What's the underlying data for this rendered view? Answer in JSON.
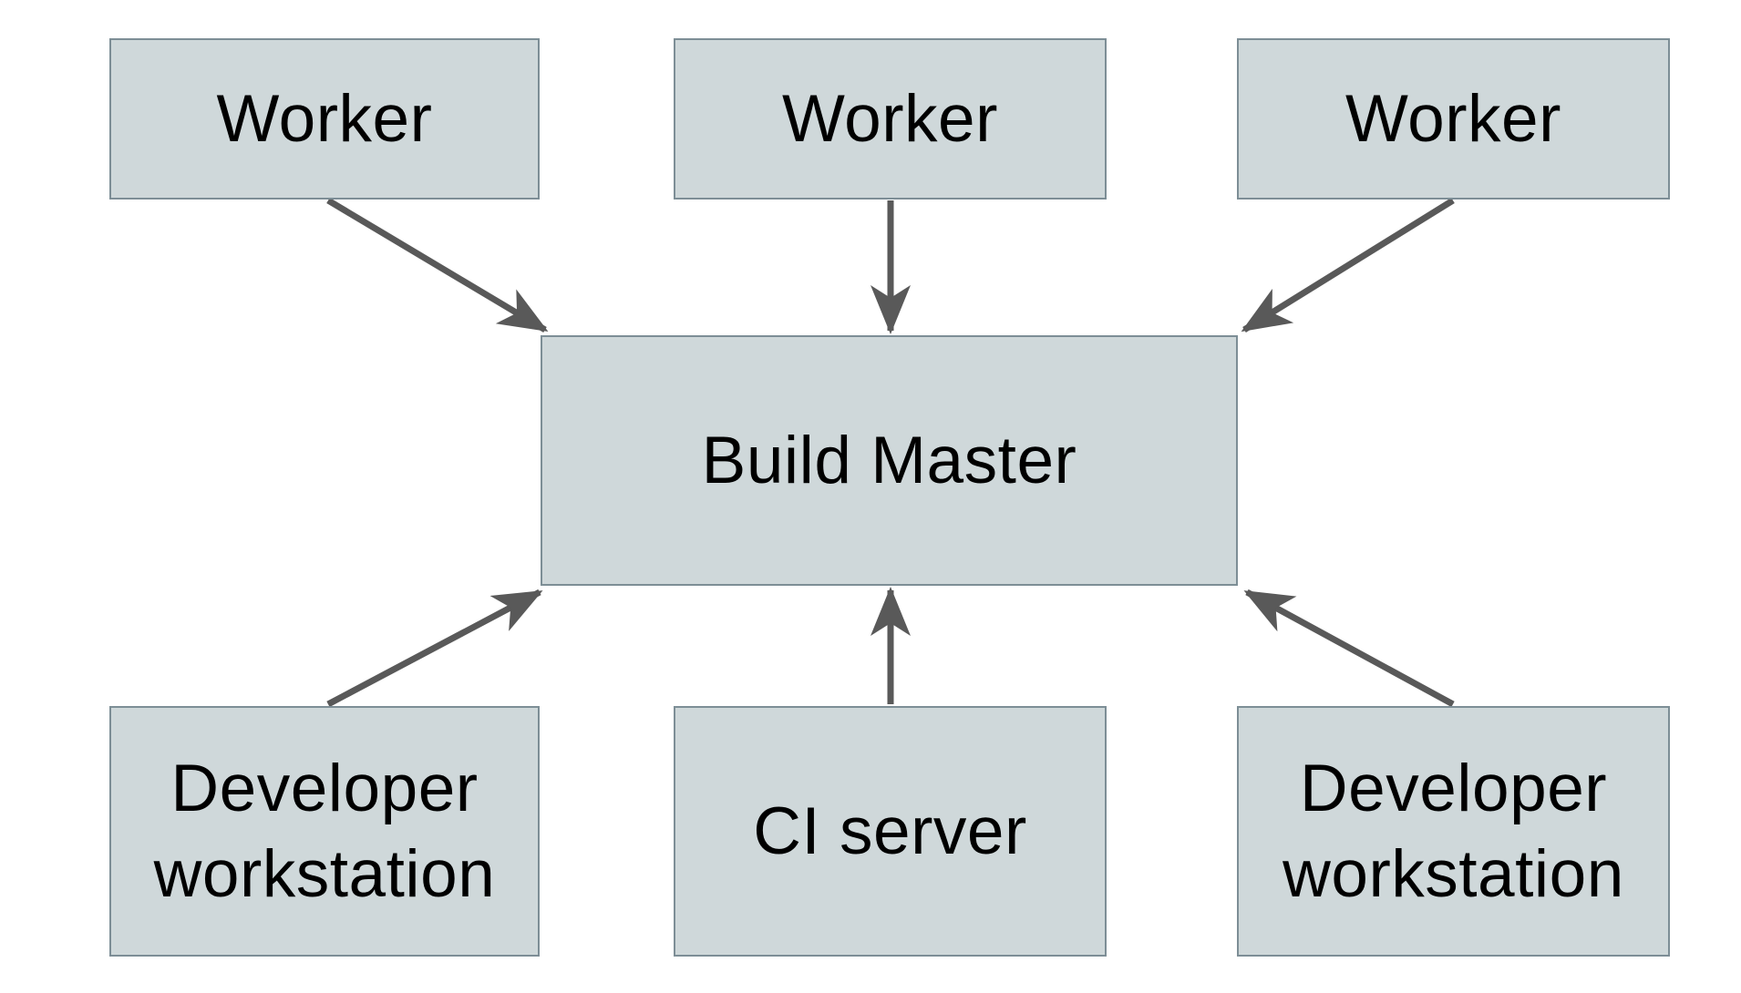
{
  "diagram": {
    "nodes": {
      "worker_left": {
        "label": "Worker"
      },
      "worker_center": {
        "label": "Worker"
      },
      "worker_right": {
        "label": "Worker"
      },
      "build_master": {
        "label": "Build Master"
      },
      "dev_workstation_left": {
        "label": "Developer workstation"
      },
      "ci_server": {
        "label": "CI server"
      },
      "dev_workstation_right": {
        "label": "Developer workstation"
      }
    },
    "edges": [
      {
        "from": "worker_left",
        "to": "build_master"
      },
      {
        "from": "worker_center",
        "to": "build_master"
      },
      {
        "from": "worker_right",
        "to": "build_master"
      },
      {
        "from": "dev_workstation_left",
        "to": "build_master"
      },
      {
        "from": "ci_server",
        "to": "build_master"
      },
      {
        "from": "dev_workstation_right",
        "to": "build_master"
      }
    ],
    "colors": {
      "background": "#ffffff",
      "node_fill": "#cfd8da",
      "node_border": "#7d8e96",
      "arrow": "#595959",
      "text": "#000000"
    }
  }
}
